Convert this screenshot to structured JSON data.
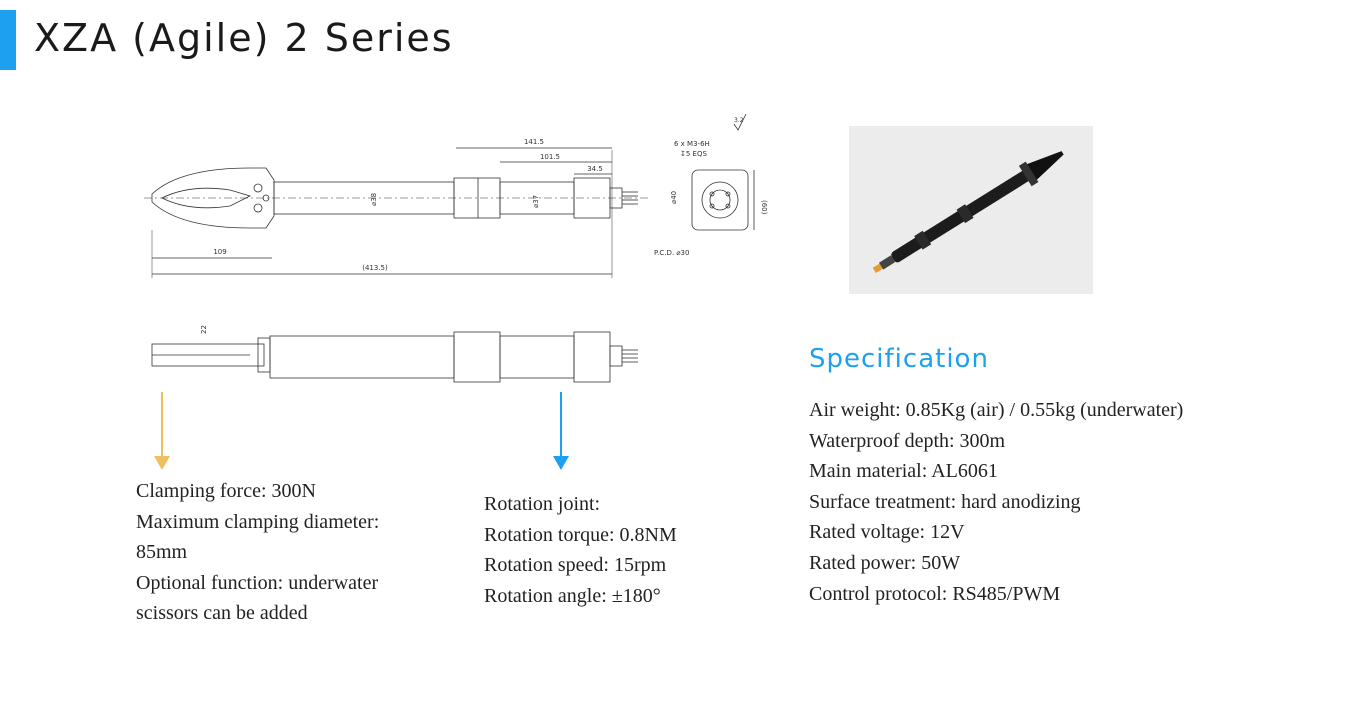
{
  "header": {
    "title": "XZA (Agile) 2 Series",
    "accent_color": "#1ea0f0"
  },
  "drawing": {
    "dimensions": {
      "overall_length": "(413.5)",
      "jaw_length": "109",
      "dim_141": "141.5",
      "dim_101": "101.5",
      "dim_34": "34.5",
      "dia_38": "⌀38",
      "dia_37": "⌀37",
      "dia_40": "⌀40",
      "dia_60": "(60)",
      "thread_note": "6 x M3-6H",
      "depth_note": "↧5 EQS",
      "pcd_note": "P.C.D. ⌀30",
      "surface_mark": "3.2",
      "jaw_width": "22"
    }
  },
  "photo": {
    "icon": "gripper-product-photo"
  },
  "clamping": {
    "arrow_color": "#f0c060",
    "lines": [
      "Clamping force: 300N",
      "Maximum clamping diameter:",
      "85mm",
      "Optional function: underwater",
      "scissors can be added"
    ]
  },
  "rotation": {
    "arrow_color": "#1ea0f0",
    "lines": [
      "Rotation joint:",
      "Rotation torque: 0.8NM",
      "Rotation speed: 15rpm",
      "Rotation angle: ±180°"
    ]
  },
  "specification": {
    "heading": "Specification",
    "lines": [
      "Air weight: 0.85Kg (air) / 0.55kg (underwater)",
      "Waterproof depth: 300m",
      "Main material: AL6061",
      "Surface treatment: hard anodizing",
      "Rated voltage: 12V",
      "Rated power: 50W",
      "Control protocol: RS485/PWM"
    ]
  }
}
